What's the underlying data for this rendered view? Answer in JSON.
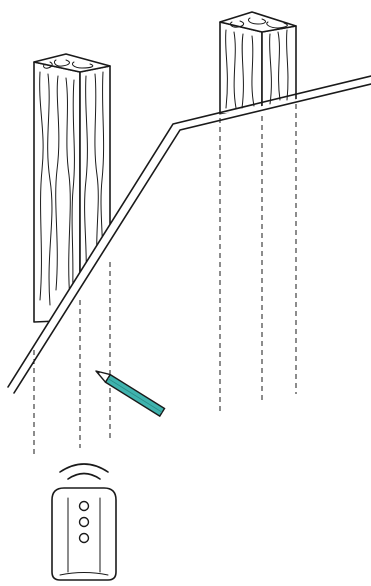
{
  "diagram": {
    "kind": "stud-finder-illustration",
    "colors": {
      "line": "#1a1a1a",
      "pencil_body": "#3fb3ae",
      "pencil_tip": "#ffffff",
      "background": "#ffffff"
    },
    "studs": [
      {
        "name": "stud-left"
      },
      {
        "name": "stud-right"
      }
    ],
    "stud_finder": {
      "indicator_lights": 3,
      "signal_waves": 2
    },
    "icons": [
      "stud-finder-icon",
      "pencil-icon",
      "signal-icon"
    ]
  }
}
